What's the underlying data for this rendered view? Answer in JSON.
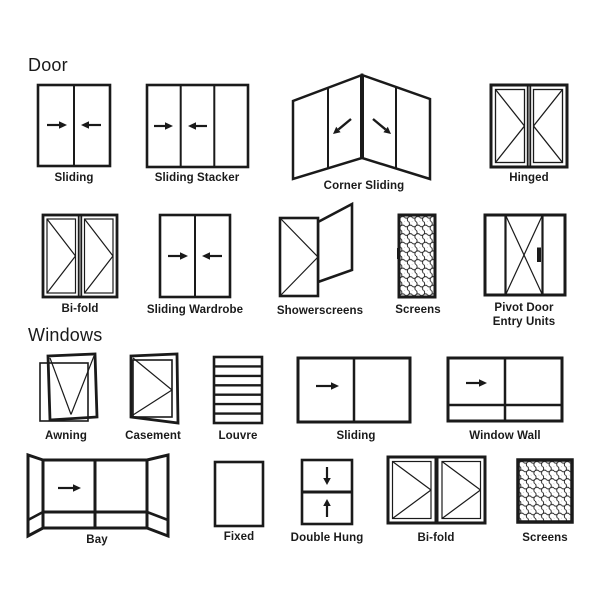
{
  "sections": {
    "door": {
      "heading": "Door"
    },
    "windows": {
      "heading": "Windows"
    }
  },
  "door_items": {
    "sliding": {
      "label": "Sliding"
    },
    "sliding_stacker": {
      "label": "Sliding Stacker"
    },
    "corner_sliding": {
      "label": "Corner Sliding"
    },
    "hinged": {
      "label": "Hinged"
    },
    "bifold": {
      "label": "Bi-fold"
    },
    "sliding_wardrobe": {
      "label": "Sliding Wardrobe"
    },
    "showerscreens": {
      "label": "Showerscreens"
    },
    "screens": {
      "label": "Screens"
    },
    "pivot": {
      "label_line1": "Pivot Door",
      "label_line2": "Entry Units"
    }
  },
  "window_items": {
    "awning": {
      "label": "Awning"
    },
    "casement": {
      "label": "Casement"
    },
    "louvre": {
      "label": "Louvre"
    },
    "sliding": {
      "label": "Sliding"
    },
    "window_wall": {
      "label": "Window Wall"
    },
    "bay": {
      "label": "Bay"
    },
    "fixed": {
      "label": "Fixed"
    },
    "double_hung": {
      "label": "Double Hung"
    },
    "bifold": {
      "label": "Bi-fold"
    },
    "screens": {
      "label": "Screens"
    }
  },
  "colors": {
    "line": "#1a1a1a",
    "background": "#ffffff",
    "text": "#1a1a1a"
  }
}
